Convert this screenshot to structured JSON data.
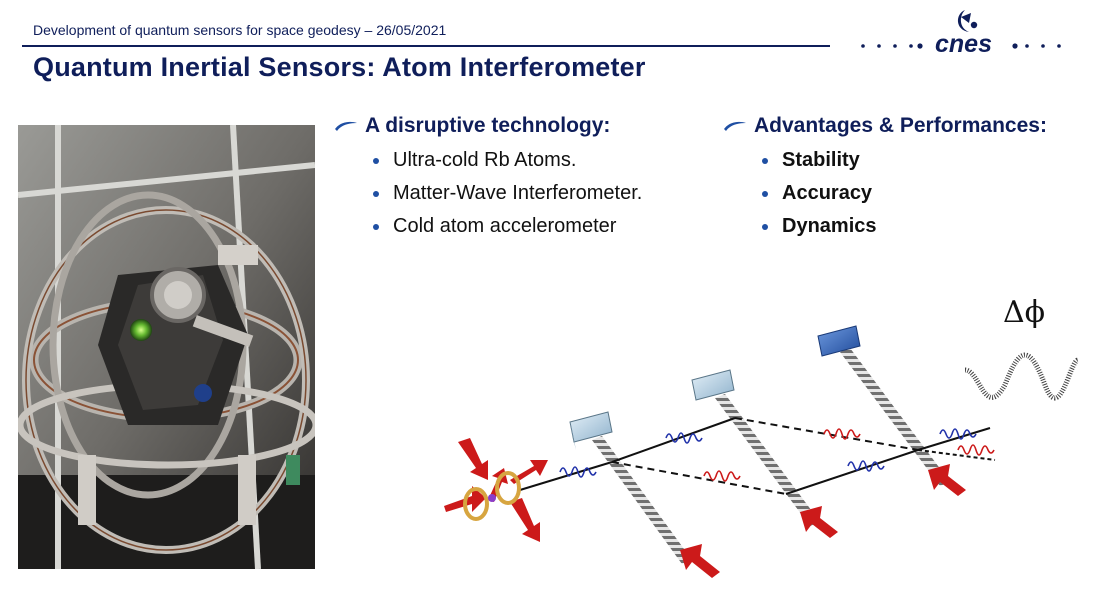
{
  "header": {
    "subtitle": "Development of quantum sensors for space geodesy – 26/05/2021",
    "title": "Quantum Inertial Sensors: Atom Interferometer",
    "logo_text": "cnes"
  },
  "left_column": {
    "heading": "A disruptive technology:",
    "items": [
      "Ultra-cold Rb Atoms.",
      "Matter-Wave Interferometer.",
      "Cold atom accelerometer"
    ]
  },
  "right_column": {
    "heading": "Advantages & Performances:",
    "items": [
      "Stability",
      "Accuracy",
      "Dynamics"
    ]
  },
  "diagram": {
    "phase_label": "Δϕ"
  },
  "colors": {
    "navy": "#0f1e5a",
    "bullet": "#1f4fa3",
    "laser_red": "#cc1a1a",
    "wave_blue": "#2233aa",
    "mirror_light": "#b8d4e8",
    "mirror_dark": "#3a6fc0"
  }
}
